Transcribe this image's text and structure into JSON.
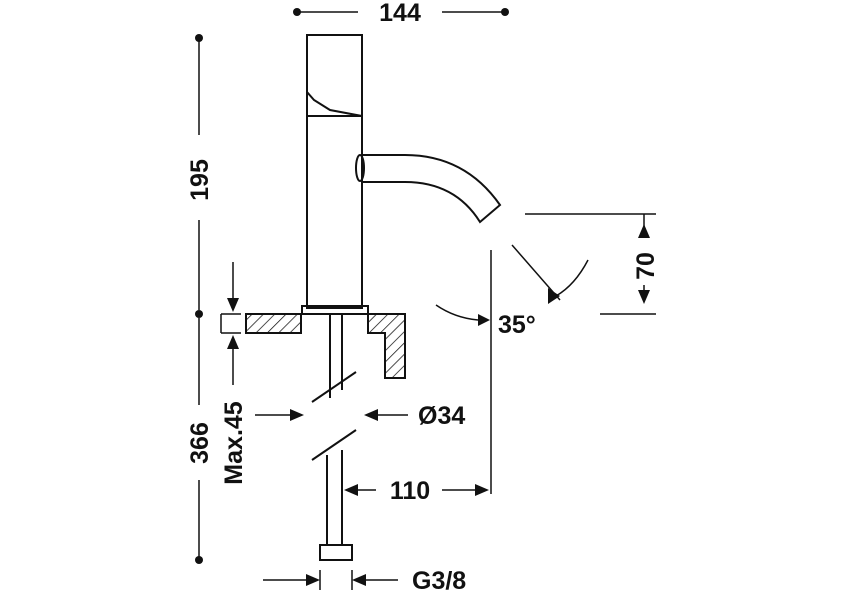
{
  "drawing": {
    "dims": {
      "top_width": "144",
      "total_height": "195",
      "spout_drop": "70",
      "spout_angle": "35°",
      "pipe_diameter": "Ø34",
      "max_thickness": "Max.45",
      "shank_length": "366",
      "reach": "110",
      "thread": "G3/8"
    },
    "colors": {
      "line": "#111111",
      "background": "#ffffff"
    }
  }
}
